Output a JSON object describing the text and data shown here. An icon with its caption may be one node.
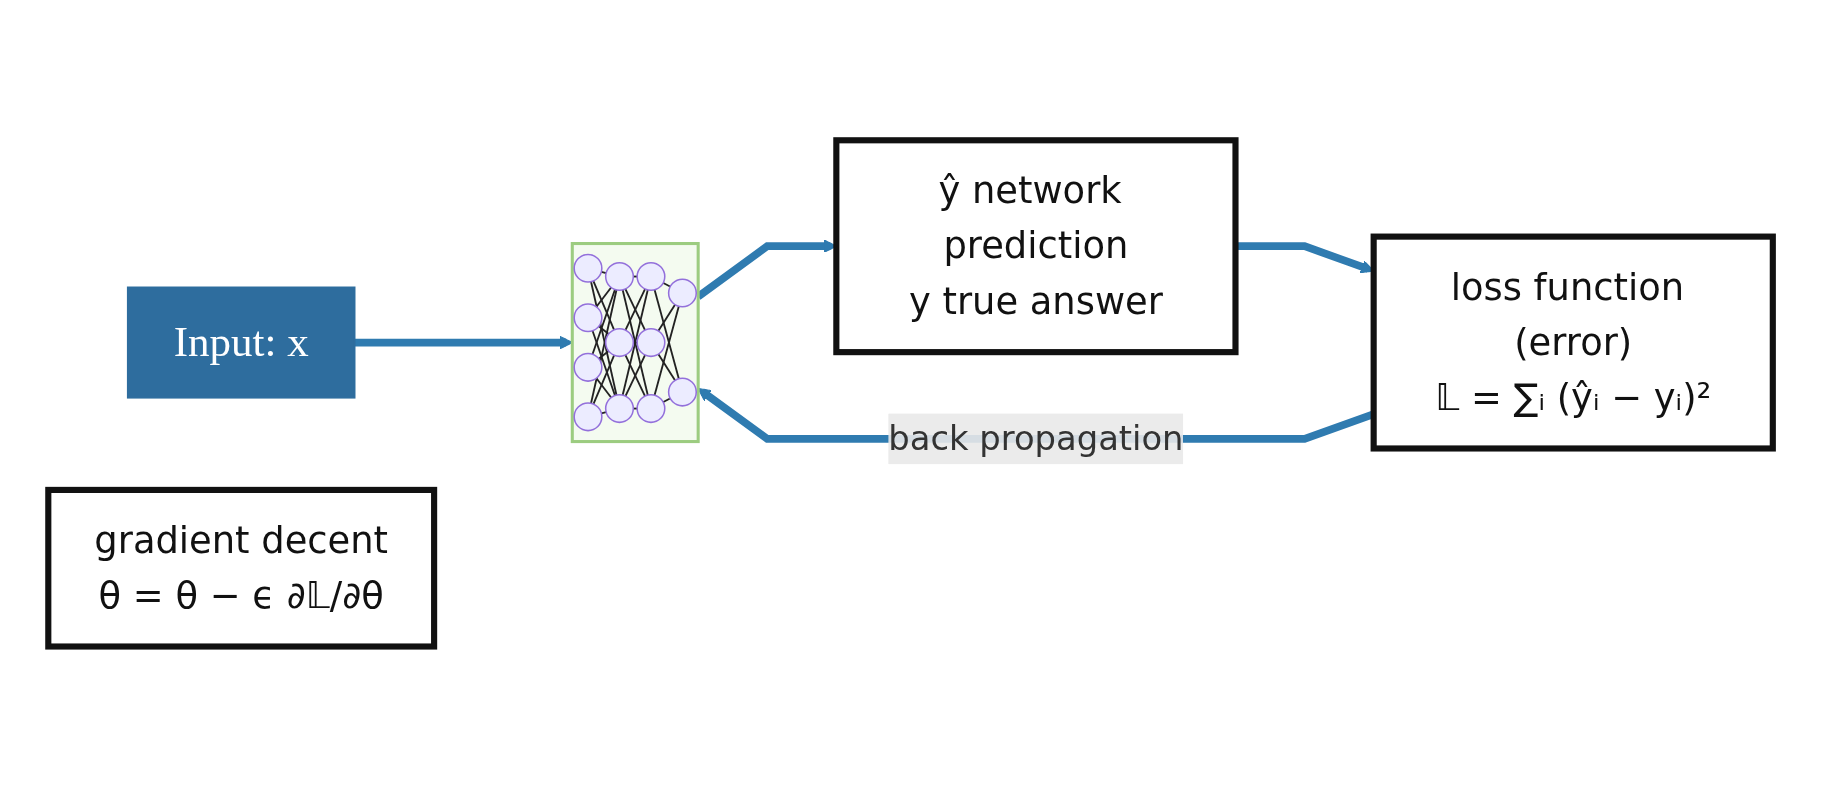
{
  "diagram": {
    "nodes": [
      {
        "text": [
          "Input: x"
        ]
      },
      {
        "text": [],
        "shape": "picture"
      },
      {
        "text": [
          "ŷ network prediction",
          "y true answer"
        ]
      },
      {
        "text": [
          "loss function (error)",
          "𝕃 = ∑ᵢ (ŷᵢ − yᵢ)²"
        ]
      },
      {
        "text": [
          "gradient decent",
          "θ = θ − ϵ ∂𝕃/∂θ"
        ]
      }
    ],
    "edges": [
      {
        "from": 0,
        "to": 1,
        "arrow": "to"
      },
      {
        "from": 1,
        "to": 2,
        "arrow": "to"
      },
      {
        "from": 2,
        "to": 3,
        "arrow": "to"
      },
      {
        "from": 3,
        "to": 1,
        "arrow": "to",
        "label": "back propagation"
      }
    ]
  }
}
